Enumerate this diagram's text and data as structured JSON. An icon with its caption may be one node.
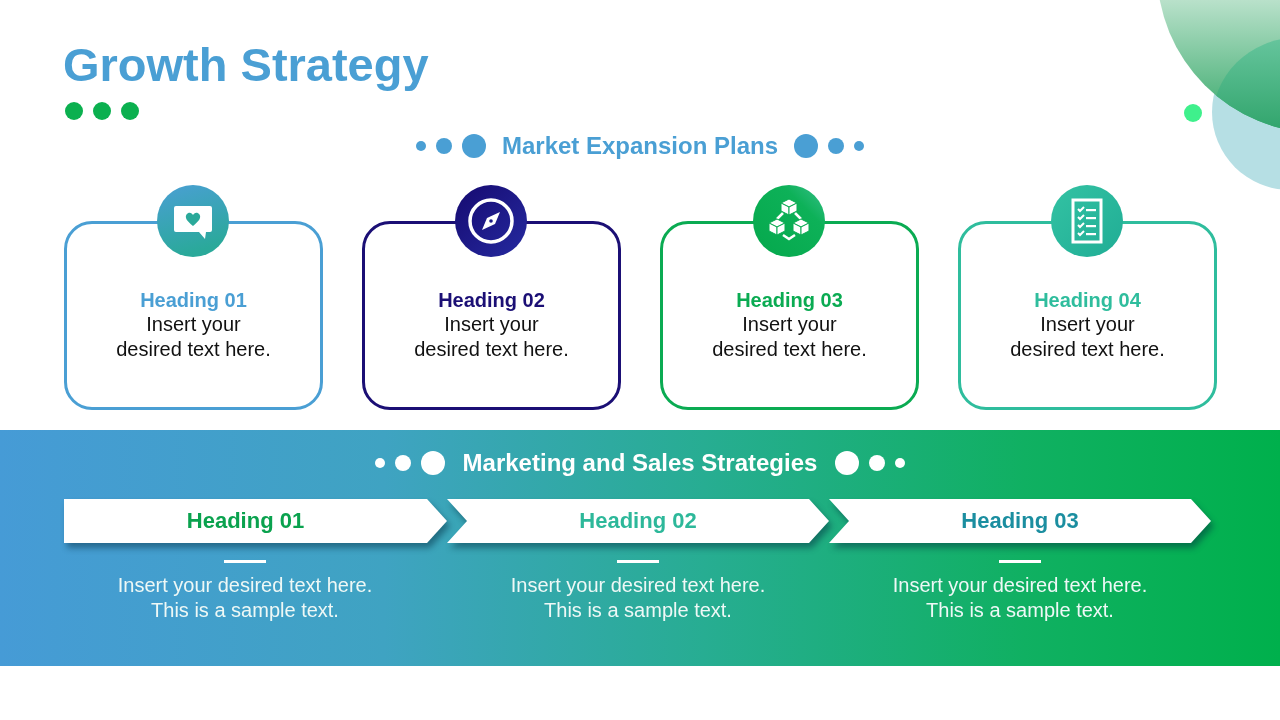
{
  "diagram": {
    "title": "Growth Strategy",
    "nodes": [
      {
        "text": [
          "Heading 01",
          "Insert your desired text here."
        ]
      },
      {
        "text": [
          "Heading 02",
          "Insert your desired text here."
        ]
      },
      {
        "text": [
          "Heading 03",
          "Insert your desired text here."
        ]
      },
      {
        "text": [
          "Heading 04",
          "Insert your desired text here."
        ]
      },
      {
        "text": [
          "Marketing and Sales Strategies"
        ]
      },
      {
        "text": [
          "Heading 01"
        ],
        "in": 4,
        "beside": [
          "Insert your desired text here. This is a sample text."
        ]
      },
      {
        "text": [
          "Heading 02"
        ],
        "in": 4,
        "beside": [
          "Insert your desired text here. This is a sample text."
        ]
      },
      {
        "text": [
          "Heading 03"
        ],
        "in": 4,
        "beside": [
          "Insert your desired text here. This is a sample text."
        ]
      }
    ],
    "labels": [
      "Market Expansion Plans"
    ]
  }
}
